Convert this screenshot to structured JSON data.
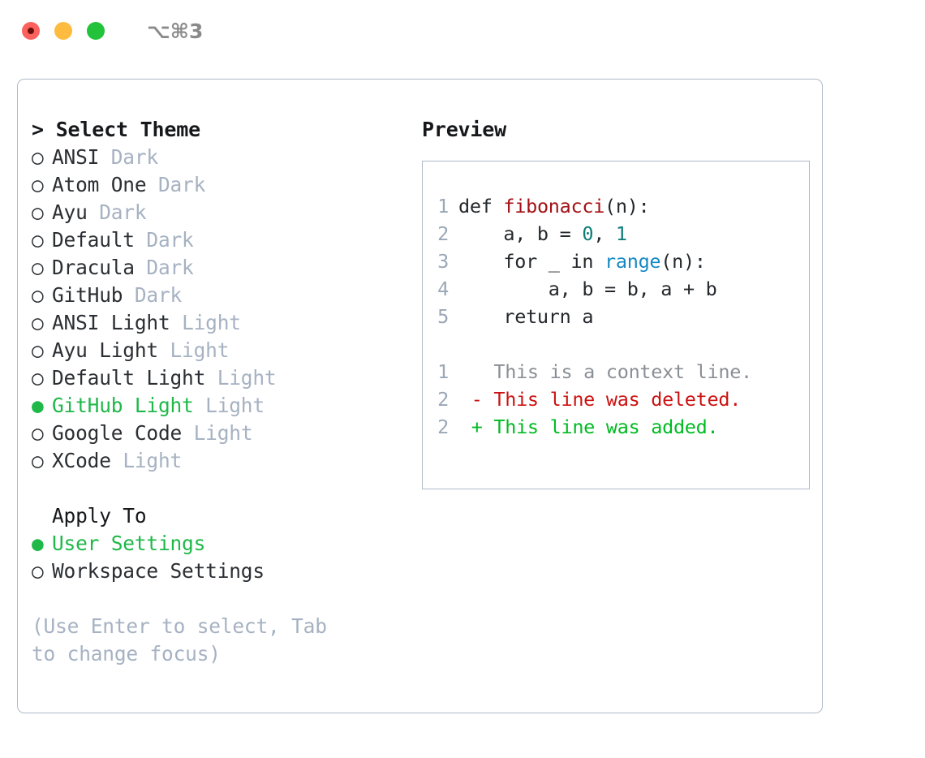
{
  "titlebar": {
    "shortcut": "⌥⌘3",
    "buttons": [
      {
        "name": "close",
        "color": "#FC625D"
      },
      {
        "name": "minimize",
        "color": "#FDBC40"
      },
      {
        "name": "maximize",
        "color": "#22C33B"
      }
    ]
  },
  "theme_list": {
    "header": "> Select Theme",
    "bullet_selected": "●",
    "bullet_unselected": "○",
    "items": [
      {
        "label": "ANSI",
        "suffix": "Dark",
        "selected": false
      },
      {
        "label": "Atom One",
        "suffix": "Dark",
        "selected": false
      },
      {
        "label": "Ayu",
        "suffix": "Dark",
        "selected": false
      },
      {
        "label": "Default",
        "suffix": "Dark",
        "selected": false
      },
      {
        "label": "Dracula",
        "suffix": "Dark",
        "selected": false
      },
      {
        "label": "GitHub",
        "suffix": "Dark",
        "selected": false
      },
      {
        "label": "ANSI Light",
        "suffix": "Light",
        "selected": false
      },
      {
        "label": "Ayu Light",
        "suffix": "Light",
        "selected": false
      },
      {
        "label": "Default Light",
        "suffix": "Light",
        "selected": false
      },
      {
        "label": "GitHub Light",
        "suffix": "Light",
        "selected": true
      },
      {
        "label": "Google Code",
        "suffix": "Light",
        "selected": false
      },
      {
        "label": "XCode",
        "suffix": "Light",
        "selected": false
      }
    ]
  },
  "apply_to": {
    "header": "Apply To",
    "items": [
      {
        "label": "User Settings",
        "selected": true
      },
      {
        "label": "Workspace Settings",
        "selected": false
      }
    ]
  },
  "hint": "(Use Enter to select, Tab to change focus)",
  "preview": {
    "header": "Preview",
    "code_lines": [
      {
        "no": "1",
        "tokens": [
          {
            "t": "def ",
            "c": "kw"
          },
          {
            "t": "fibonacci",
            "c": "fn"
          },
          {
            "t": "(n):",
            "c": "plain"
          }
        ]
      },
      {
        "no": "2",
        "tokens": [
          {
            "t": "    a, b = ",
            "c": "plain"
          },
          {
            "t": "0",
            "c": "num"
          },
          {
            "t": ", ",
            "c": "plain"
          },
          {
            "t": "1",
            "c": "num"
          }
        ]
      },
      {
        "no": "3",
        "tokens": [
          {
            "t": "    for _ in ",
            "c": "kw"
          },
          {
            "t": "range",
            "c": "call"
          },
          {
            "t": "(n):",
            "c": "plain"
          }
        ]
      },
      {
        "no": "4",
        "tokens": [
          {
            "t": "        a, b = b, a + b",
            "c": "plain"
          }
        ]
      },
      {
        "no": "5",
        "tokens": [
          {
            "t": "    return a",
            "c": "kw"
          }
        ]
      }
    ],
    "diff_lines": [
      {
        "no": "1",
        "marker": " ",
        "text": "This is a context line.",
        "kind": "ctx"
      },
      {
        "no": "2",
        "marker": "-",
        "text": "This line was deleted.",
        "kind": "del"
      },
      {
        "no": "2",
        "marker": "+",
        "text": "This line was added.",
        "kind": "add"
      }
    ]
  },
  "colors": {
    "muted": "#A6B2C2",
    "selected_green": "#1FB849",
    "diff_add": "#00BB22",
    "diff_del": "#CC1111",
    "border": "#AFBAC8"
  }
}
